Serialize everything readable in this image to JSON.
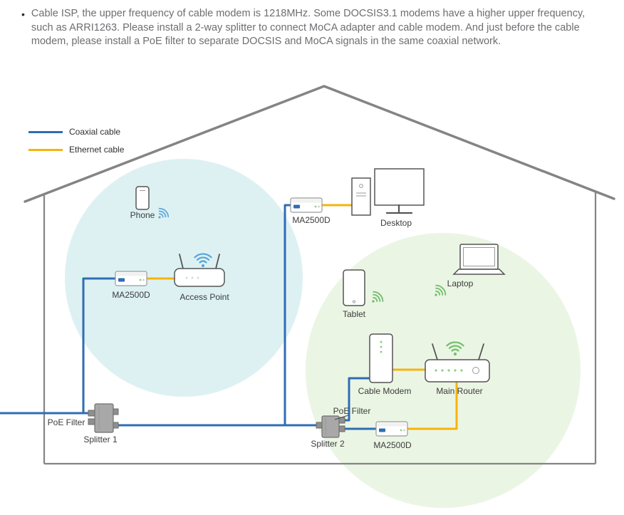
{
  "paragraph": {
    "bullet": "•",
    "text": "Cable ISP, the upper frequency of cable modem is 1218MHz. Some DOCSIS3.1 modems have a higher upper frequency, such as ARRI1263. Please install a 2-way splitter to connect MoCA adapter and cable modem. And just before the cable modem, please install a PoE filter to separate DOCSIS and MoCA signals in the same coaxial network."
  },
  "legend": {
    "coaxial_label": "Coaxial cable",
    "ethernet_label": "Ethernet cable"
  },
  "labels": {
    "phone": "Phone",
    "ma2500d_top": "MA2500D",
    "desktop": "Desktop",
    "ma2500d_left": "MA2500D",
    "access_point": "Access Point",
    "tablet": "Tablet",
    "laptop": "Laptop",
    "cable_modem": "Cable Modem",
    "main_router": "Main Router",
    "poe_filter_left": "PoE Filter",
    "splitter_1": "Splitter 1",
    "poe_filter_right": "PoE Filter",
    "splitter_2": "Splitter 2",
    "ma2500d_bottom": "MA2500D"
  },
  "icons": {
    "wifi": "wifi-signal-icon"
  },
  "colors": {
    "coaxial_blue": "#2e6db4",
    "ethernet_yellow": "#f6b40e",
    "body_text": "#6d6e71",
    "label_text": "#3c3c3c",
    "house_gray": "#848484",
    "zone_left_fill": "#d9eff2",
    "zone_right_fill": "#e6f2dd",
    "wifi_blue": "#5aa7d8",
    "wifi_green": "#74c06f"
  }
}
